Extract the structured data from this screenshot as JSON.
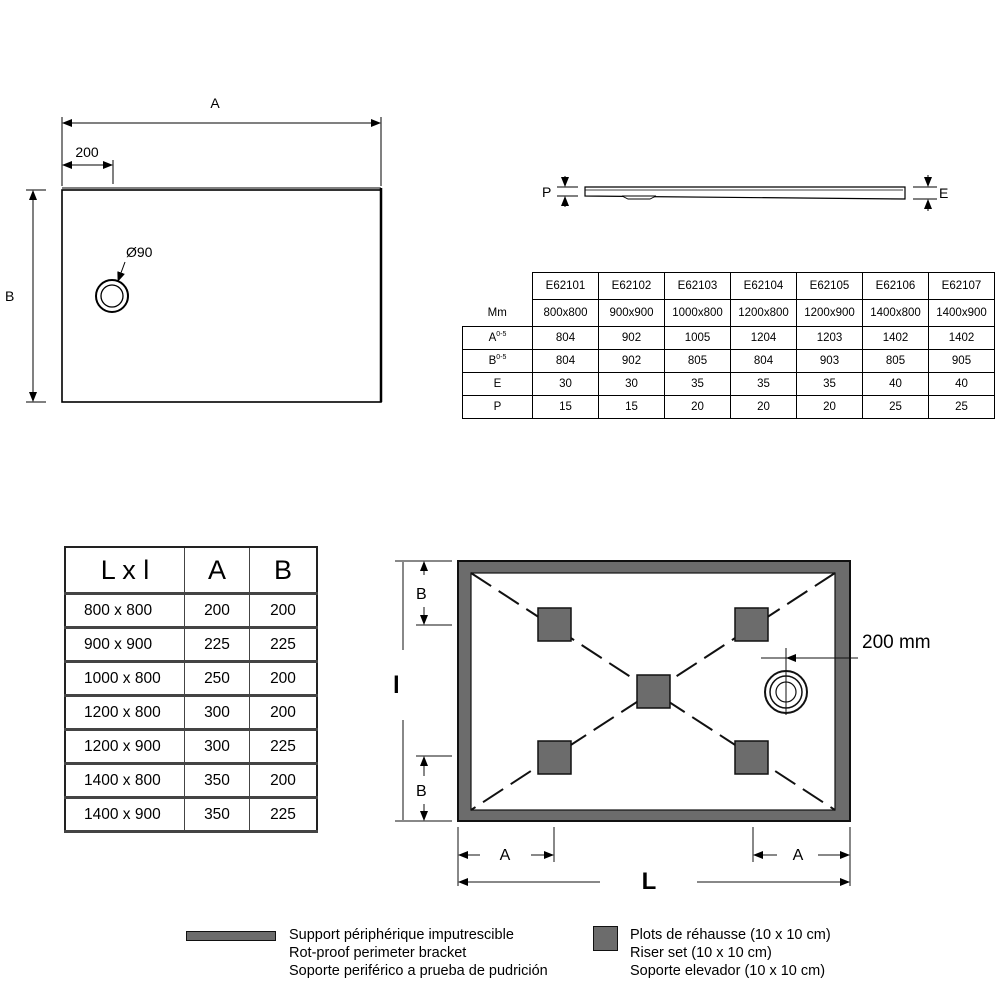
{
  "top_plan": {
    "dim_a": "A",
    "dim_b": "B",
    "offset": "200",
    "drain": "Ø90"
  },
  "profile": {
    "label_p": "P",
    "label_e": "E"
  },
  "spec_table": {
    "headers": [
      "E62101",
      "E62102",
      "E62103",
      "E62104",
      "E62105",
      "E62106",
      "E62107"
    ],
    "rows": [
      {
        "label": "Mm",
        "values": [
          "800x800",
          "900x900",
          "1000x800",
          "1200x800",
          "1200x900",
          "1400x800",
          "1400x900"
        ]
      },
      {
        "label": "A",
        "tol_top": "0",
        "tol_bottom": "-5",
        "values": [
          "804",
          "902",
          "1005",
          "1204",
          "1203",
          "1402",
          "1402"
        ]
      },
      {
        "label": "B",
        "tol_top": "0",
        "tol_bottom": "-5",
        "values": [
          "804",
          "902",
          "805",
          "804",
          "903",
          "805",
          "905"
        ]
      },
      {
        "label": "E",
        "values": [
          "30",
          "30",
          "35",
          "35",
          "35",
          "40",
          "40"
        ]
      },
      {
        "label": "P",
        "values": [
          "15",
          "15",
          "20",
          "20",
          "20",
          "25",
          "25"
        ]
      }
    ]
  },
  "size_table": {
    "headers": [
      "L x l",
      "A",
      "B"
    ],
    "rows": [
      [
        "800 x 800",
        "200",
        "200"
      ],
      [
        "900 x 900",
        "225",
        "225"
      ],
      [
        "1000 x 800",
        "250",
        "200"
      ],
      [
        "1200 x 800",
        "300",
        "200"
      ],
      [
        "1200 x 900",
        "300",
        "225"
      ],
      [
        "1400 x 800",
        "350",
        "200"
      ],
      [
        "1400 x 900",
        "350",
        "225"
      ]
    ]
  },
  "frame_plan": {
    "dim_b_top": "B",
    "dim_b_bottom": "B",
    "dim_l_small": "l",
    "dim_a_left": "A",
    "dim_a_right": "A",
    "dim_l": "L",
    "drain_offset": "200 mm"
  },
  "legend": {
    "bracket": [
      "Support périphérique imputrescible",
      "Rot-proof perimeter bracket",
      "Soporte periférico a prueba de pudrición"
    ],
    "riser": [
      "Plots de réhausse (10 x 10 cm)",
      "Riser set (10 x 10 cm)",
      "Soporte elevador (10 x 10 cm)"
    ],
    "fill_color": "#6c6c6c"
  }
}
